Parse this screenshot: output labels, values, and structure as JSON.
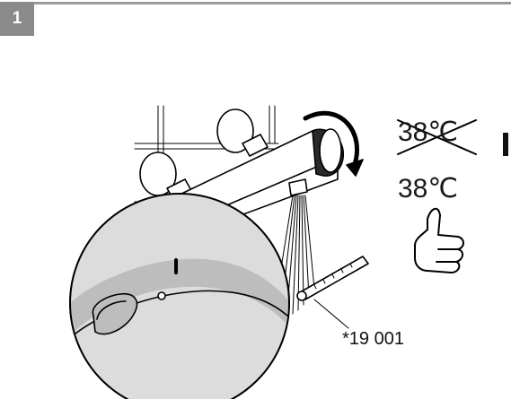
{
  "step": {
    "number": "1"
  },
  "temperature": {
    "wrong_value": "38℃",
    "correct_value": "38℃"
  },
  "part_code": "*19 001",
  "icons": [
    "thermometer-icon",
    "thumbs-up-icon",
    "rotation-arrow-icon"
  ],
  "colors": {
    "badge": "#8a8a8a",
    "header_rule": "#9a9a9a",
    "lens_fill": "#dcdcdc"
  }
}
